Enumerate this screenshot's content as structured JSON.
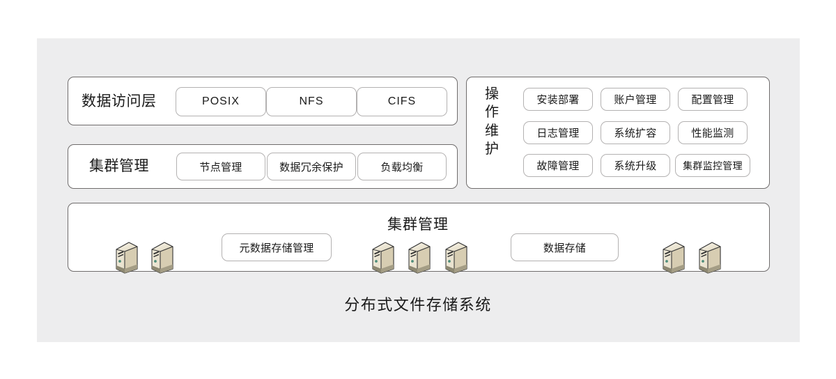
{
  "caption": "分布式文件存储系统",
  "colors": {
    "backdrop": "#ededee",
    "card_border": "#6f6c6c",
    "pill_border": "#b3b1b1",
    "card_fill": "#ffffff",
    "text": "#1a1a1a",
    "server_light": "#f0ead9",
    "server_mid": "#ddd4ba",
    "server_dark": "#8d8872",
    "server_led": "#4f8d7a"
  },
  "rows": {
    "data_access": {
      "label": "数据访问层",
      "items": [
        {
          "label": "POSIX",
          "script": "latin"
        },
        {
          "label": "NFS",
          "script": "latin"
        },
        {
          "label": "CIFS",
          "script": "latin"
        }
      ]
    },
    "cluster_mgmt": {
      "label": "集群管理",
      "items": [
        {
          "label": "节点管理",
          "script": "cjk"
        },
        {
          "label": "数据冗余保护",
          "script": "cjk"
        },
        {
          "label": "负载均衡",
          "script": "cjk"
        }
      ]
    }
  },
  "operations": {
    "label": "操作维护",
    "label_chars": [
      "操",
      "作",
      "维",
      "护"
    ],
    "grid": [
      [
        "安装部署",
        "账户管理",
        "配置管理"
      ],
      [
        "日志管理",
        "系统扩容",
        "性能监测"
      ],
      [
        "故障管理",
        "系统升级",
        "集群监控管理"
      ]
    ]
  },
  "bottom": {
    "title": "集群管理",
    "boxes": [
      {
        "label": "元数据存储管理"
      },
      {
        "label": "数据存储"
      }
    ],
    "server_groups": [
      {
        "name": "left-cluster",
        "count": 2
      },
      {
        "name": "middle-cluster",
        "count": 3
      },
      {
        "name": "right-cluster",
        "count": 2
      }
    ]
  }
}
